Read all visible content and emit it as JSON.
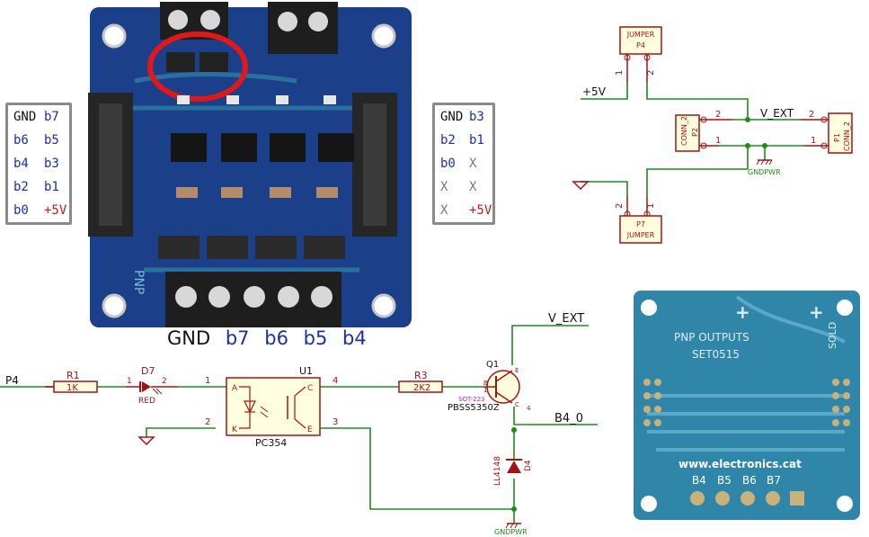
{
  "left_pinout": {
    "rows": [
      {
        "a": "GND",
        "b": "b7",
        "a_color": "black",
        "b_color": "blue"
      },
      {
        "a": "b6",
        "b": "b5",
        "a_color": "blue",
        "b_color": "blue"
      },
      {
        "a": "b4",
        "b": "b3",
        "a_color": "blue",
        "b_color": "blue"
      },
      {
        "a": "b2",
        "b": "b1",
        "a_color": "blue",
        "b_color": "blue"
      },
      {
        "a": "b0",
        "b": "+5V",
        "a_color": "blue",
        "b_color": "red"
      }
    ]
  },
  "right_pinout": {
    "rows": [
      {
        "a": "GND",
        "b": "b3",
        "a_color": "black",
        "b_color": "blue"
      },
      {
        "a": "b2",
        "b": "b1",
        "a_color": "blue",
        "b_color": "blue"
      },
      {
        "a": "b0",
        "b": "X",
        "a_color": "blue",
        "b_color": "gray"
      },
      {
        "a": "X",
        "b": "X",
        "a_color": "gray",
        "b_color": "gray"
      },
      {
        "a": "X",
        "b": "+5V",
        "a_color": "gray",
        "b_color": "red"
      }
    ]
  },
  "terminal_labels": {
    "gnd": "GND",
    "b7": "b7",
    "b6": "b6",
    "b5": "b5",
    "b4": "b4"
  },
  "jumper_schematic": {
    "p4_title": "JUMPER",
    "p4_ref": "P4",
    "p7_title": "JUMPER",
    "p7_ref": "P7",
    "p2_ref": "P2",
    "p2_name": "CONN_2",
    "p1_ref": "P1",
    "p1_name": "CONN_2",
    "plus5v": "+5V",
    "vext": "V_EXT",
    "gndpwr": "GNDPWR",
    "pin1": "1",
    "pin2": "2"
  },
  "output_schematic": {
    "input": "P4",
    "r1_ref": "R1",
    "r1_val": "1K",
    "d7_ref": "D7",
    "d7_val": "RED",
    "u1_ref": "U1",
    "u1_val": "PC354",
    "pin_a": "A",
    "pin_k": "K",
    "pin_c": "C",
    "pin_e": "E",
    "n1": "1",
    "n2": "2",
    "n3": "3",
    "n4": "4",
    "r3_ref": "R3",
    "r3_val": "2K2",
    "q1_ref": "Q1",
    "q1_pkg": "SOT-223",
    "q1_val": "PBSS5350Z",
    "q1_pins": {
      "b": "B",
      "c": "C",
      "e": "E",
      "n1": "1",
      "n2": "2",
      "n3": "3",
      "n4": "4"
    },
    "vext": "V_EXT",
    "out": "B4_0",
    "d4_ref": "D4",
    "d4_val": "LL4148",
    "gndpwr": "GNDPWR"
  },
  "board_back": {
    "title": "PNP OUTPUTS",
    "code": "SET0515",
    "url": "www.electronics.cat",
    "solder": "SOLD",
    "pads": [
      "B4",
      "B5",
      "B6",
      "B7"
    ],
    "plus_marks": [
      "+",
      "+"
    ]
  },
  "board_front": {
    "silk": "PNP"
  },
  "colors": {
    "wire": "#1e8a1e",
    "component": "#a31313",
    "label_blue": "#1b2fa8",
    "pin_red": "#c41a1a",
    "pcb_blue": "#1c3f8a",
    "pcb_teal": "#2f86a8",
    "highlight_ring": "#e01818"
  }
}
